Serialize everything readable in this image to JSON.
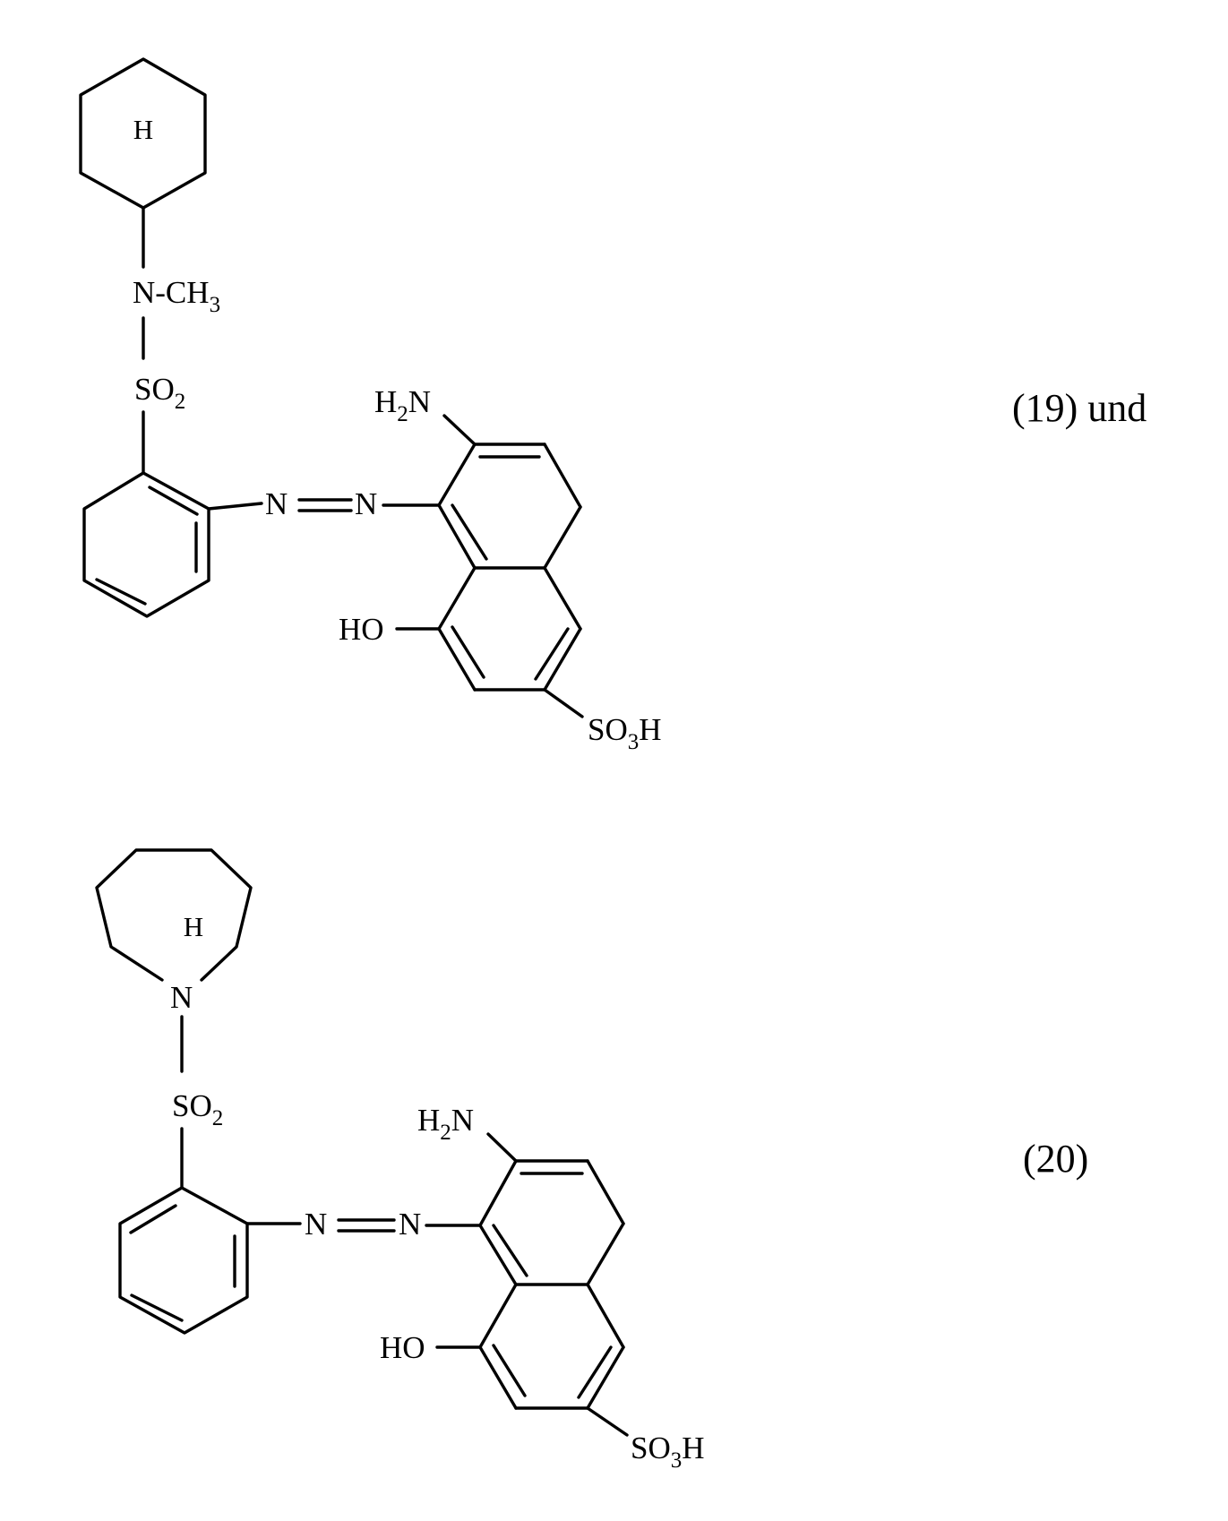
{
  "structures": [
    {
      "label": "(19) und",
      "ring_label": "H",
      "amine_label": "N-CH",
      "amine_sub": "3",
      "sulfonyl_label": "SO",
      "sulfonyl_sub": "2",
      "amino_label_h": "H",
      "amino_sub": "2",
      "amino_label_n": "N",
      "azo_n1": "N",
      "azo_n2": "N",
      "hydroxy_label": "HO",
      "sulfo_label_so": "SO",
      "sulfo_sub": "3",
      "sulfo_label_h": "H"
    },
    {
      "label": "(20)",
      "ring_label": "H",
      "ring_n_label": "N",
      "sulfonyl_label": "SO",
      "sulfonyl_sub": "2",
      "amino_label_h": "H",
      "amino_sub": "2",
      "amino_label_n": "N",
      "azo_n1": "N",
      "azo_n2": "N",
      "hydroxy_label": "HO",
      "sulfo_label_so": "SO",
      "sulfo_sub": "3",
      "sulfo_label_h": "H"
    }
  ],
  "colors": {
    "ink": "#000000",
    "background": "#ffffff"
  }
}
